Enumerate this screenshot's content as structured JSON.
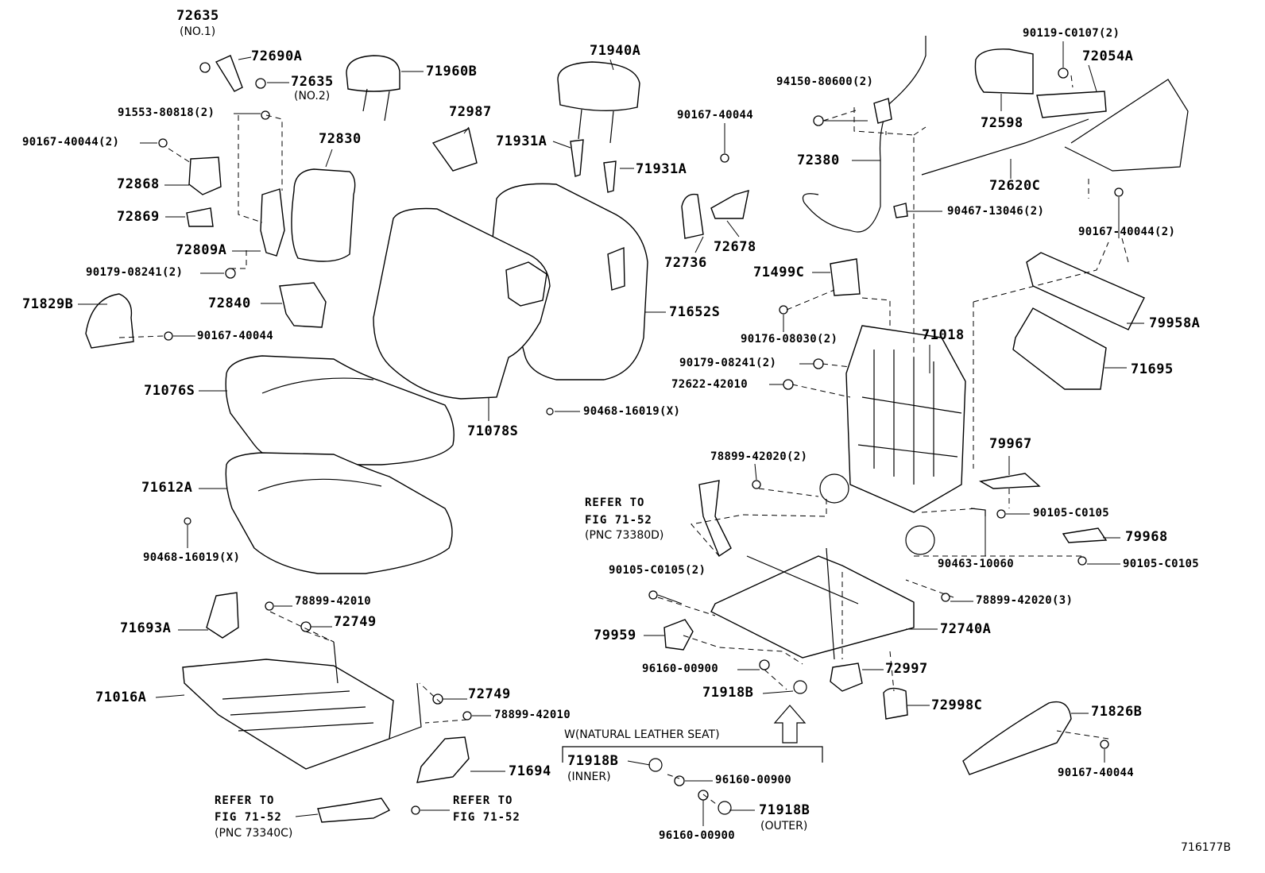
{
  "diagram_id": "716177B",
  "labels": {
    "l72635a": "72635",
    "l72635a_n": "(NO.1)",
    "l72690A": "72690A",
    "l72635b": "72635",
    "l72635b_n": "(NO.2)",
    "l91553": "91553-80818(2)",
    "l90167_2a": "90167-40044(2)",
    "l72868": "72868",
    "l72869": "72869",
    "l72809A": "72809A",
    "l90179a": "90179-08241(2)",
    "l71829B": "71829B",
    "l90167a": "90167-40044",
    "l72840": "72840",
    "l72830": "72830",
    "l71960B": "71960B",
    "l72987": "72987",
    "l71940A": "71940A",
    "l71931A1": "71931A",
    "l71931A2": "71931A",
    "l90167b": "90167-40044",
    "l72736": "72736",
    "l72678": "72678",
    "l71652S": "71652S",
    "l71076S": "71076S",
    "l71078S": "71078S",
    "l90468a": "90468-16019(X)",
    "l71612A": "71612A",
    "l90468b": "90468-16019(X)",
    "l94150": "94150-80600(2)",
    "l72380": "72380",
    "l90119": "90119-C0107(2)",
    "l72054A": "72054A",
    "l72598": "72598",
    "l72620C": "72620C",
    "l90467": "90467-13046(2)",
    "l90167_2b": "90167-40044(2)",
    "l71499C": "71499C",
    "l90176": "90176-08030(2)",
    "l71018": "71018",
    "l90179b": "90179-08241(2)",
    "l72622": "72622-42010",
    "l79958A": "79958A",
    "l71695": "71695",
    "l78899_2": "78899-42020(2)",
    "l79967": "79967",
    "l90105a": "90105-C0105",
    "l79968": "79968",
    "l90463": "90463-10060",
    "l90105b": "90105-C0105",
    "l90105_2": "90105-C0105(2)",
    "l78899_3": "78899-42020(3)",
    "l79959": "79959",
    "l72740A": "72740A",
    "l96160a": "96160-00900",
    "l72997": "72997",
    "l71918Ba": "71918B",
    "l72998C": "72998C",
    "l71826B": "71826B",
    "l90167c": "90167-40044",
    "l78899_42010a": "78899-42010",
    "l72749a": "72749",
    "l71693A": "71693A",
    "l71016A": "71016A",
    "l72749b": "72749",
    "l78899_42010b": "78899-42010",
    "l71694": "71694",
    "l71918Bi": "71918B",
    "l71918Bi_n": "(INNER)",
    "l96160b": "96160-00900",
    "l71918Bo": "71918B",
    "l71918Bo_n": "(OUTER)",
    "l96160c": "96160-00900",
    "w_note": "W(NATURAL LEATHER SEAT)"
  },
  "references": {
    "r1_line1": "REFER TO",
    "r1_line2": "FIG 71-52",
    "r1_pnc": "(PNC 73380D)",
    "r2_line1": "REFER TO",
    "r2_line2": "FIG 71-52",
    "r2_pnc": "(PNC 73340C)",
    "r3_line1": "REFER TO",
    "r3_line2": "FIG 71-52"
  }
}
